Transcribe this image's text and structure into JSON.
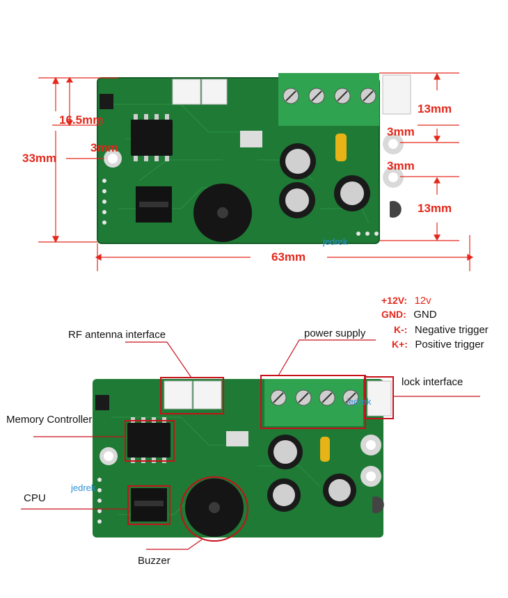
{
  "dimensions": {
    "top_height": "16.5mm",
    "total_height": "33mm",
    "hole_left": "3mm",
    "hole_right_top": "3mm",
    "hole_right_bottom": "3mm",
    "right_top": "13mm",
    "right_bottom": "13mm",
    "width": "63mm"
  },
  "legend": [
    {
      "key": "+12V:",
      "value": "12v"
    },
    {
      "key": "GND:",
      "value": "GND"
    },
    {
      "key": "K-:",
      "value": "Negative trigger"
    },
    {
      "key": "K+:",
      "value": "Positive trigger"
    }
  ],
  "annotations": {
    "rf_antenna": "RF antenna interface",
    "power_supply": "power supply",
    "lock_interface": "lock interface",
    "memory_controller": "Memory Controller",
    "cpu": "CPU",
    "buzzer": "Buzzer"
  },
  "watermarks": [
    "jedrek",
    "jedrek",
    "jedrek"
  ],
  "colors": {
    "dimension": "#e3271b",
    "pcb": "#1e7a34",
    "terminal": "#2fa34f",
    "annotation_box": "#c8101a"
  }
}
